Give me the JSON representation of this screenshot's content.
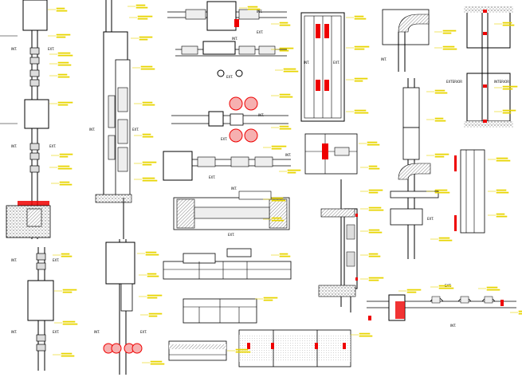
{
  "labels": {
    "int": "INT.",
    "ext": "EXT.",
    "exterior": "EXTERIOR",
    "interior": "INTERIOR"
  },
  "colors": {
    "line": "#000000",
    "annotation": "#e8d500",
    "highlight": "#e00000",
    "hatch": "#444444"
  }
}
